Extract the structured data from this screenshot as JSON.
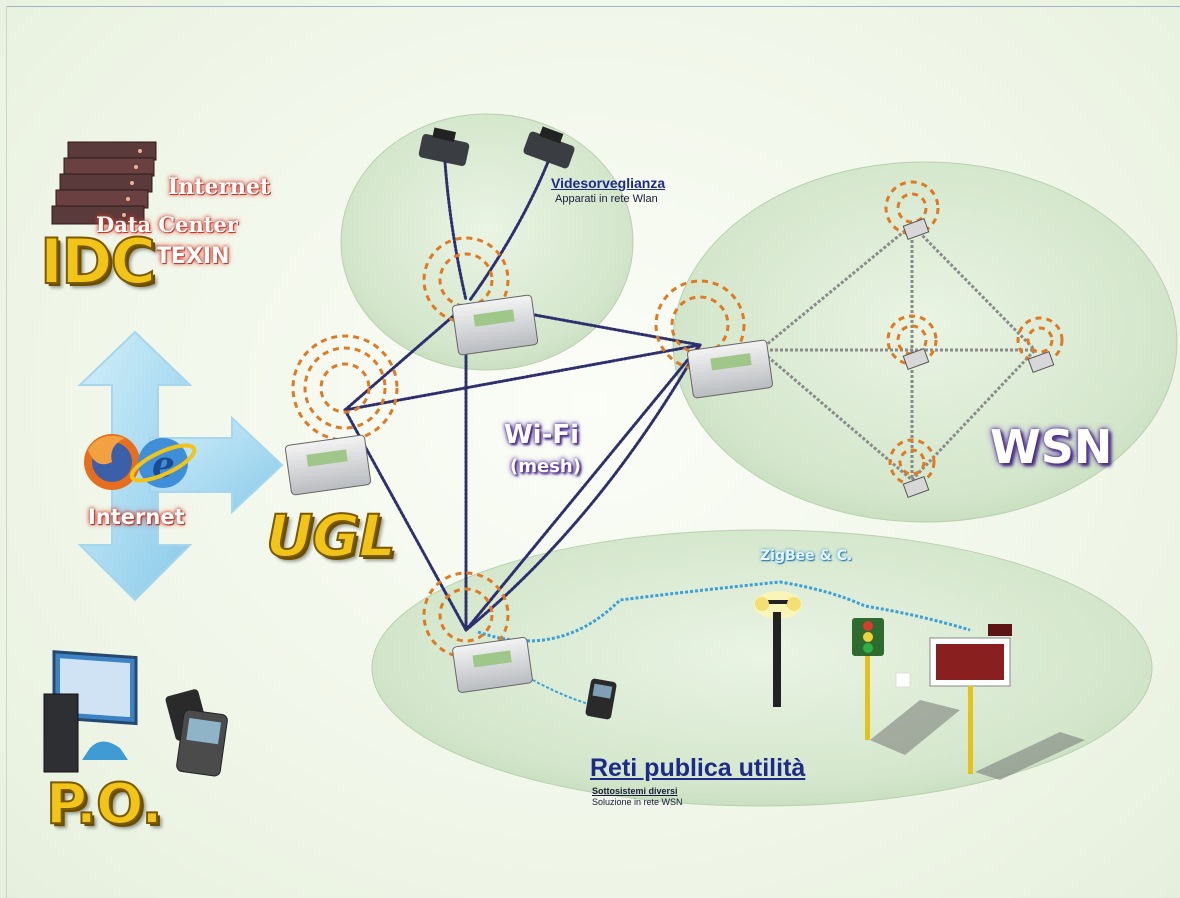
{
  "idc": {
    "line1": "Internet",
    "line2": "Data Center",
    "line3": "TEXIN",
    "big": "IDC"
  },
  "internet_label": "Internet",
  "ugl_label": "UGL",
  "po_label": "P.O.",
  "videosorveglianza": {
    "title": "Videsorveglianza",
    "subtitle": "Apparati in rete Wlan"
  },
  "wifi": {
    "title": "Wi-Fi",
    "subtitle": "(mesh)"
  },
  "wsn_label": "WSN",
  "zigbee_label": "ZigBee & C.",
  "reti": {
    "title": "Reti publica utilità",
    "sub1": "Sottosistemi diversi",
    "sub2": "Soluzione in rete WSN"
  },
  "colors": {
    "bubble": "#d6e8cf",
    "wave_orange": "#e07a22",
    "cable_dark": "#2d2f6e",
    "cable_grey": "#8a8a8a",
    "zigbee_cable": "#3ba0d8",
    "gold": "#f2c417",
    "arrow": "#8fd0ef"
  }
}
